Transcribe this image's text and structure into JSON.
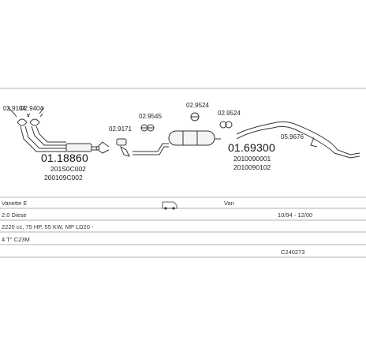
{
  "diagram": {
    "part_numbers": {
      "clamp_left": "02.9104",
      "clamp_right": "02.9404",
      "front_pipe": "01.18860",
      "front_pipe_oe_1": "201S0C002",
      "front_pipe_oe_2": "200109C002",
      "mount_1": "02.9171",
      "mount_2": "02.9545",
      "mount_3": "02.9524",
      "mount_4": "02.9524",
      "rear_silencer": "01.69300",
      "rear_silencer_oe_1": "2010090001",
      "rear_silencer_oe_2": "2010090102",
      "tail_mount": "05.9676"
    }
  },
  "vehicle": {
    "model": "Vanette E",
    "body": "Van",
    "engine": "2.0 Diese",
    "years": "10/94 - 12/00",
    "spec": "2220 cc, 75 HP, 55 KW, MP LD20 -",
    "chassis": "4 T° C23M",
    "catalog_code": "C240273"
  }
}
